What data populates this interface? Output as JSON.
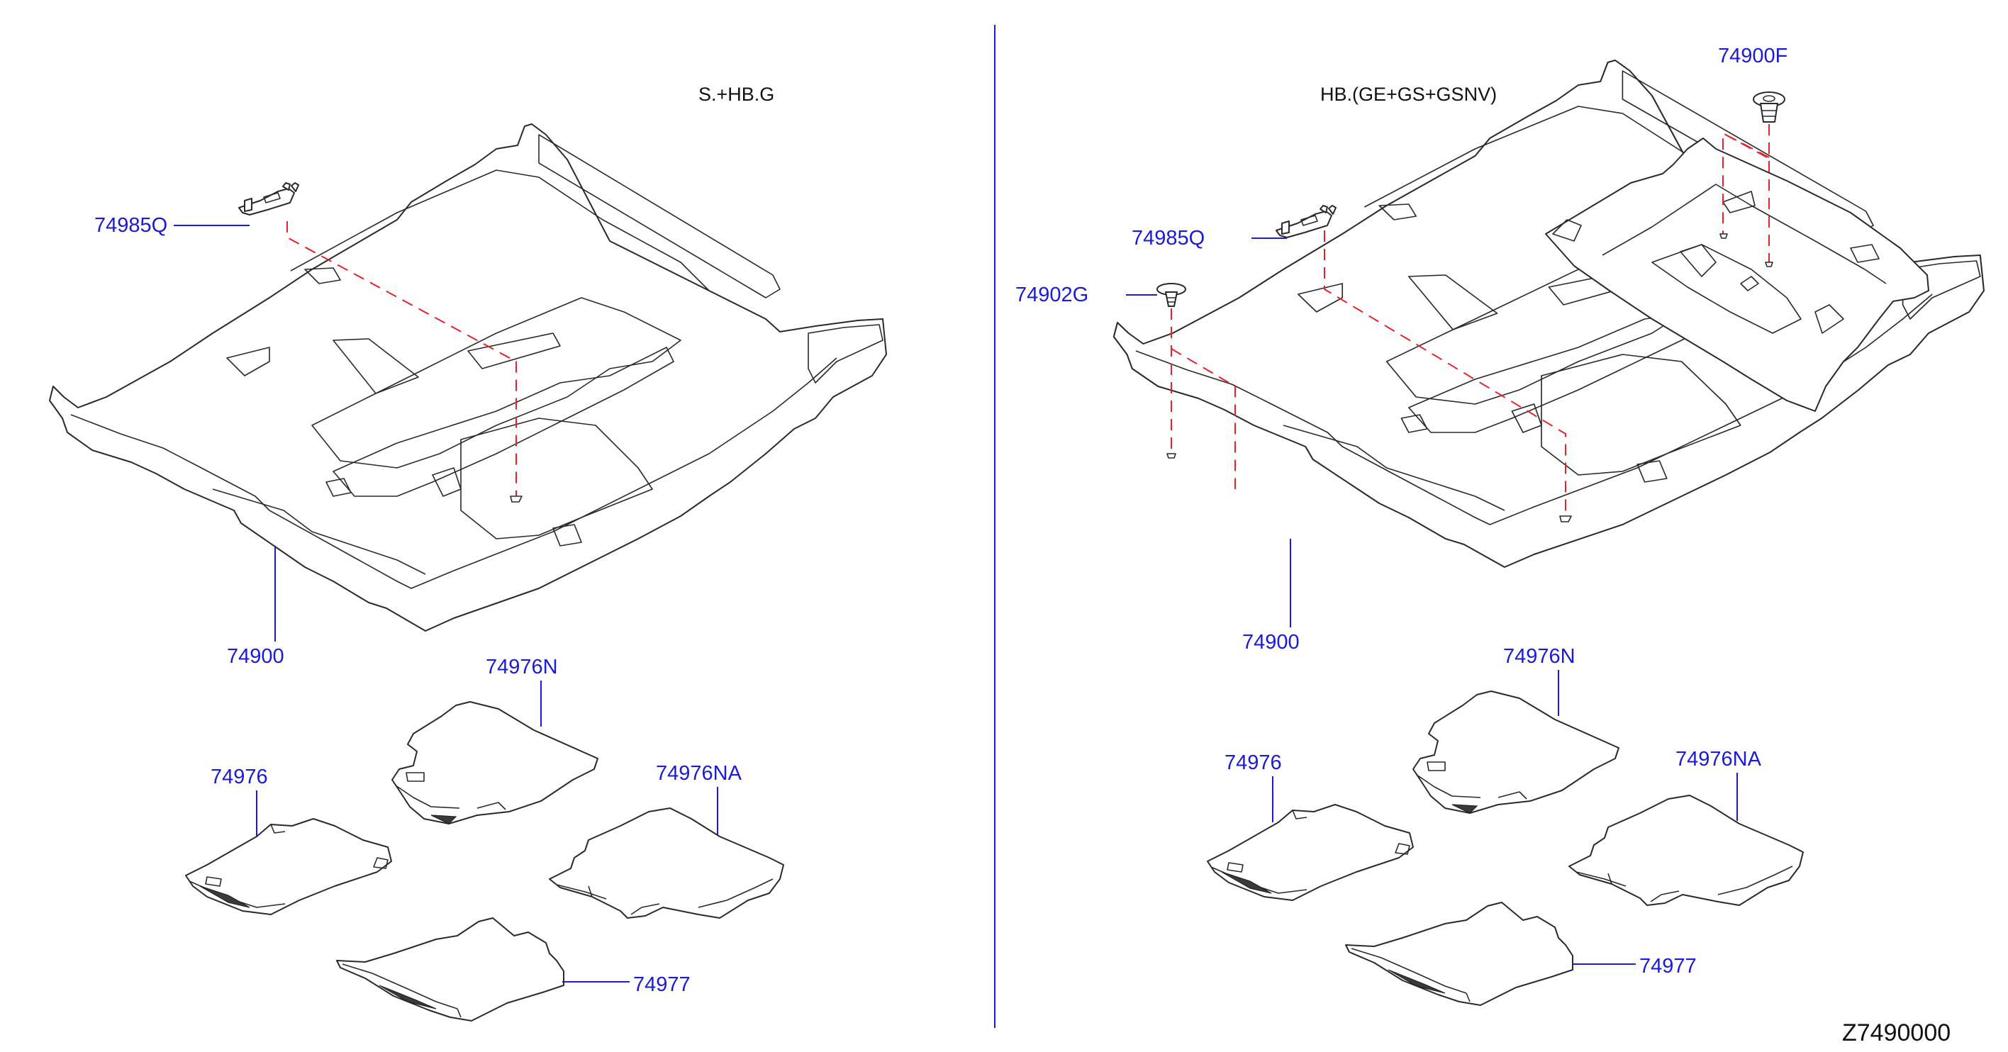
{
  "variants": {
    "left": "S.+HB.G",
    "right": "HB.(GE+GS+GSNV)"
  },
  "diagram_code": "Z7490000",
  "left_labels": {
    "clip": "74985Q",
    "carpet": "74900",
    "mat_front_driver": "74976",
    "mat_front_passenger": "74976N",
    "mat_rear_right": "74976NA",
    "mat_rear_left": "74977"
  },
  "right_labels": {
    "grommet": "74900F",
    "clip": "74985Q",
    "fastener": "74902G",
    "carpet": "74900",
    "mat_front_driver": "74976",
    "mat_front_passenger": "74976N",
    "mat_rear_right": "74976NA",
    "mat_rear_left": "74977"
  },
  "colors": {
    "label": "#1a1adc",
    "divider": "#1a1adc",
    "phantom_line": "#e8202a",
    "outline": "#2a2a2a"
  }
}
